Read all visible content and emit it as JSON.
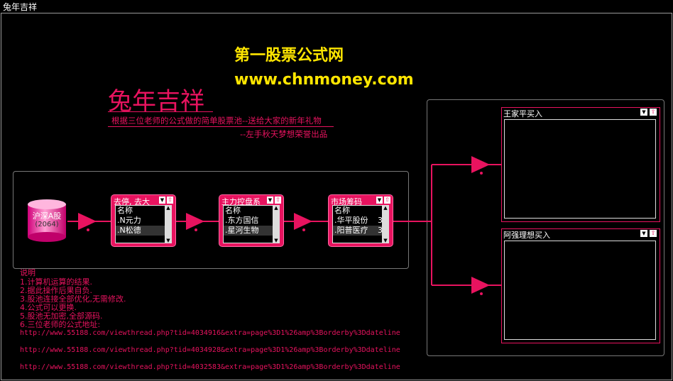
{
  "window": {
    "title": "兔年吉祥"
  },
  "banner": {
    "line1": "第一股票公式网",
    "line2": "www.chnmoney.com"
  },
  "headline": {
    "title": "兔年吉祥",
    "subtitle": "根据三位老师的公式做的简单股票池--送给大家的新年礼物",
    "credit": "--左手秋天梦想荣誉出品"
  },
  "source": {
    "label": "沪深A股",
    "count": "(2064)"
  },
  "nodes": [
    {
      "title": "去停, 去大",
      "col": "名称",
      "rows": [
        ".N元力",
        ".N松德"
      ]
    },
    {
      "title": "主力控盘系",
      "col": "名称",
      "rows": [
        ".东方国信",
        ".星河生物"
      ]
    },
    {
      "title": "市场筹码",
      "col": "名称",
      "rows": [
        ".华平股份",
        ".阳普医疗"
      ],
      "suffix": [
        "3",
        "3"
      ]
    }
  ],
  "outputs": [
    {
      "title": "王家平买入"
    },
    {
      "title": "阿强理想买入"
    }
  ],
  "notes": [
    "说明",
    "1.计算机运算的结果.",
    "2.据此操作后果自负.",
    "3.股池连接全部优化,无需修改.",
    "4.公式可以更换.",
    "5.股池无加密,全部源码.",
    "6.三位老师的公式地址:"
  ],
  "urls": [
    "http://www.55188.com/viewthread.php?tid=4034916&extra=page%3D1%26amp%3Borderby%3Ddateline",
    "http://www.55188.com/viewthread.php?tid=4034928&extra=page%3D1%26amp%3Borderby%3Ddateline",
    "http://www.55188.com/viewthread.php?tid=4032583&extra=page%3D1%26amp%3Borderby%3Ddateline"
  ],
  "colors": {
    "accent": "#e8135f",
    "banner": "#ffe600",
    "background": "#000000"
  }
}
